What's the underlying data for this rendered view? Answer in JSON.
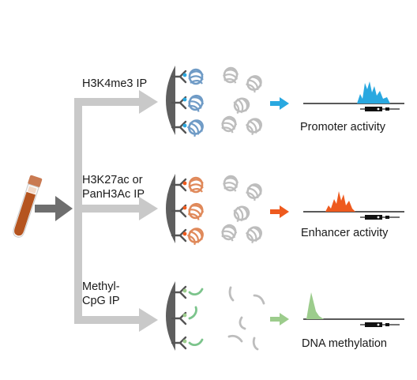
{
  "branches": [
    {
      "ip_lines": [
        "H3K4me3 IP"
      ],
      "readout": "Promoter activity",
      "color": "#29a8e0",
      "nucleosome_color": "#6f9bc6",
      "kind": "histone",
      "peaks": "tall-multi"
    },
    {
      "ip_lines": [
        "H3K27ac or",
        "PanH3Ac IP"
      ],
      "readout": "Enhancer activity",
      "color": "#ee5a1e",
      "nucleosome_color": "#e0895a",
      "kind": "histone",
      "peaks": "medium-multi"
    },
    {
      "ip_lines": [
        "Methyl-",
        "CpG IP"
      ],
      "readout": "DNA methylation",
      "color": "#9ccc8c",
      "nucleosome_color": "#7cc48c",
      "kind": "dna",
      "peaks": "single"
    }
  ],
  "icons": {
    "sample": "blood-tube-icon",
    "bead": "magnetic-bead-icon",
    "antibody": "antibody-icon",
    "nucleosome": "nucleosome-icon",
    "track": "genome-track-icon"
  },
  "colors": {
    "arrow_gray": "#c9c9c9",
    "input_arrow": "#6e6e6e",
    "bead": "#5e5e5e",
    "unbound": "#bdbdbd",
    "tube_blood": "#b5541f",
    "tube_cap": "#c97a52"
  }
}
